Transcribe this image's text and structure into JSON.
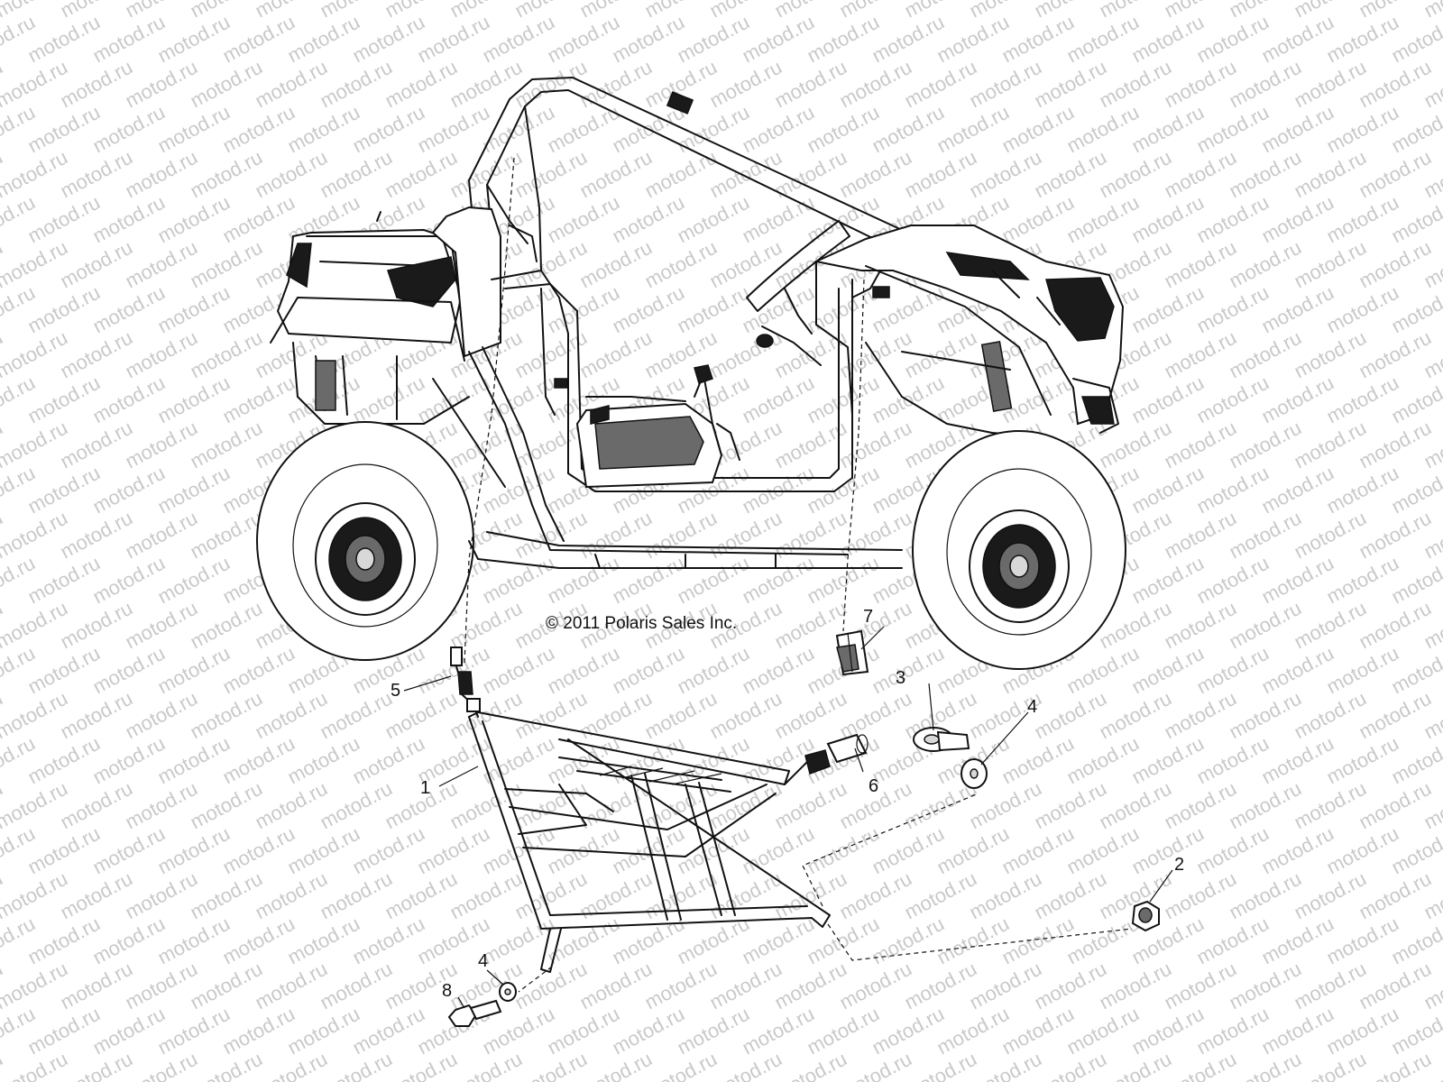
{
  "watermark": {
    "text": "motod.ru",
    "color": "#c9c9c9"
  },
  "copyright": "© 2011 Polaris Sales Inc.",
  "callouts": [
    {
      "id": "c1",
      "label": "1"
    },
    {
      "id": "c2",
      "label": "2"
    },
    {
      "id": "c3",
      "label": "3"
    },
    {
      "id": "c4a",
      "label": "4"
    },
    {
      "id": "c4b",
      "label": "4"
    },
    {
      "id": "c5",
      "label": "5"
    },
    {
      "id": "c6",
      "label": "6"
    },
    {
      "id": "c7",
      "label": "7"
    },
    {
      "id": "c8",
      "label": "8"
    }
  ]
}
